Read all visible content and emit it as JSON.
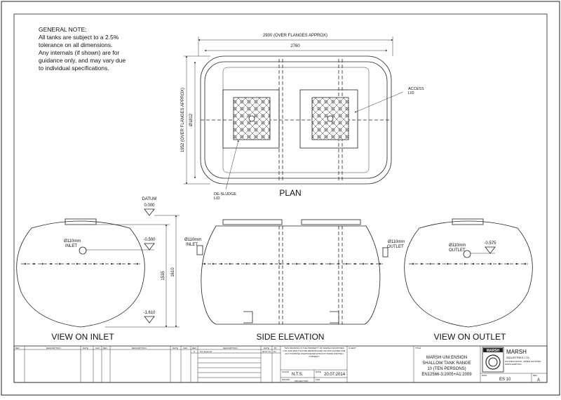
{
  "note": {
    "heading": "GENERAL NOTE:",
    "lines": [
      "All tanks are subject to a 2.5%",
      "tolerance on all dimensions.",
      "Any internals (if shown) are for",
      "guidance only, and may vary due",
      "to individual specifications."
    ]
  },
  "plan": {
    "title": "PLAN",
    "dim_overall": "2900 (OVER FLANGES APPROX)",
    "dim_length": "2760",
    "dim_height_overall": "1952 (OVER FLANGES APPROX)",
    "dim_diameter": "Ø1812",
    "access_lid_label": [
      "ACCESS",
      "LID"
    ],
    "desludge_lid_label": [
      "DE-SLUDGE",
      "LID"
    ]
  },
  "inlet_view": {
    "title": "VIEW ON INLET",
    "datum_label": "DATUM",
    "datum_value": "0.000",
    "inlet_label": [
      "Ø110mm",
      "INLET"
    ],
    "level_inlet": "-0.500",
    "level_base": "-1.610",
    "dim_1535": "1535",
    "dim_1610": "1610"
  },
  "side_elevation": {
    "title": "SIDE ELEVATION",
    "inlet_label": [
      "Ø110mm",
      "INLET"
    ],
    "outlet_label": [
      "Ø110mm",
      "OUTLET"
    ]
  },
  "outlet_view": {
    "title": "VIEW ON OUTLET",
    "outlet_label": [
      "Ø110mm",
      "OUTLET"
    ],
    "level_outlet": "-0.575"
  },
  "title_block": {
    "rev_headers_1": [
      "REV",
      "DESCRIPTION",
      "DATE",
      "CHK",
      "REV"
    ],
    "rev_headers_2": [
      "DESCRIPTION",
      "DATE",
      "CHK",
      "REV"
    ],
    "rev_headers_3": [
      "DESCRIPTION",
      "DATE",
      "BY"
    ],
    "rev_entry": [
      "A",
      "For Approval",
      "20.07.14",
      "P.L."
    ],
    "copyright": "THIS DRAWING IS THE PROPERTY OF MARSH INDUSTRIES LTD. AND MUST NOT BE REPRODUCED OR CIRCULATED FOR ANY PURPOSE WHATSOEVER WITHOUT PRIOR WRITTEN CONSENT.",
    "client_label": "CLIENT",
    "scale_label": "SCALE",
    "scale_value": "N.T.S.",
    "date_label": "DATE",
    "date_value": "20.07.2014",
    "drawn_label": "DRAWN",
    "projection_label": "PROJECTION",
    "file_label": "FILE",
    "title_label": "TITLE",
    "drawing_title": [
      "MARSH UNI:ENSIGN",
      "SHALLOW TANK RANGE",
      "10 (TEN PERSONS)",
      "EN12566-3:2005+A1:2009"
    ],
    "company_logo": "MARSH",
    "company_name": [
      "MARSH",
      "INDUSTRIES LTD."
    ],
    "company_address": "HAYFIELD ROAD, UPPER HAYFORD, NORTHAMPTON",
    "dwg_label": "DWG",
    "dwg_no": "ES 10",
    "rev_label": "REV",
    "rev_value": "A"
  }
}
